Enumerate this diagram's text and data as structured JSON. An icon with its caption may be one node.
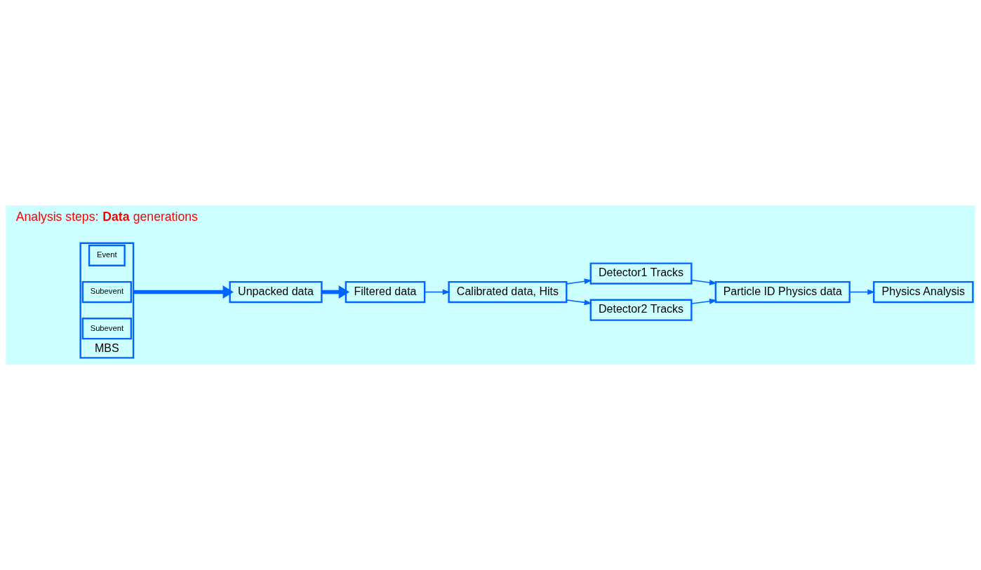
{
  "diagram": {
    "nodes": [
      {
        "text": [
          "MBS"
        ]
      },
      {
        "text": [
          "Event"
        ],
        "in": 0
      },
      {
        "text": [
          "Subevent"
        ],
        "in": 0
      },
      {
        "text": [
          "Subevent"
        ],
        "in": 0
      },
      {
        "text": [
          "Unpacked data"
        ]
      },
      {
        "text": [
          "Filtered data"
        ]
      },
      {
        "text": [
          "Calibrated data, Hits"
        ]
      },
      {
        "text": [
          "Detector1 Tracks"
        ]
      },
      {
        "text": [
          "Detector2 Tracks"
        ]
      },
      {
        "text": [
          "Particle ID Physics data"
        ]
      },
      {
        "text": [
          "Physics Analysis"
        ]
      }
    ],
    "edges": [
      {
        "from": 0,
        "to": 4,
        "arrow": "to",
        "style": "thick"
      },
      {
        "from": 4,
        "to": 5,
        "arrow": "to",
        "style": "thick"
      },
      {
        "from": 5,
        "to": 6,
        "arrow": "to"
      },
      {
        "from": 6,
        "to": 7,
        "arrow": "to"
      },
      {
        "from": 6,
        "to": 8,
        "arrow": "to"
      },
      {
        "from": 7,
        "to": 9,
        "arrow": "to"
      },
      {
        "from": 8,
        "to": 9,
        "arrow": "to"
      },
      {
        "from": 9,
        "to": 10,
        "arrow": "to"
      }
    ],
    "labels": [
      "Analysis steps: **Data** generations"
    ]
  }
}
